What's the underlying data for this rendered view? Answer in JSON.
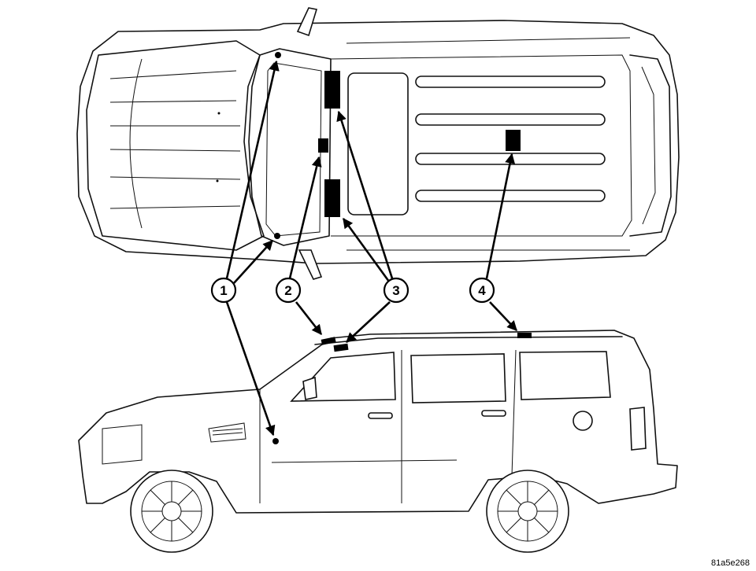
{
  "callouts": [
    {
      "id": "1",
      "label": "1"
    },
    {
      "id": "2",
      "label": "2"
    },
    {
      "id": "3",
      "label": "3"
    },
    {
      "id": "4",
      "label": "4"
    }
  ],
  "figure_id": "81a5e268",
  "colors": {
    "line": "#111111",
    "background": "#ffffff",
    "component": "#000000"
  }
}
